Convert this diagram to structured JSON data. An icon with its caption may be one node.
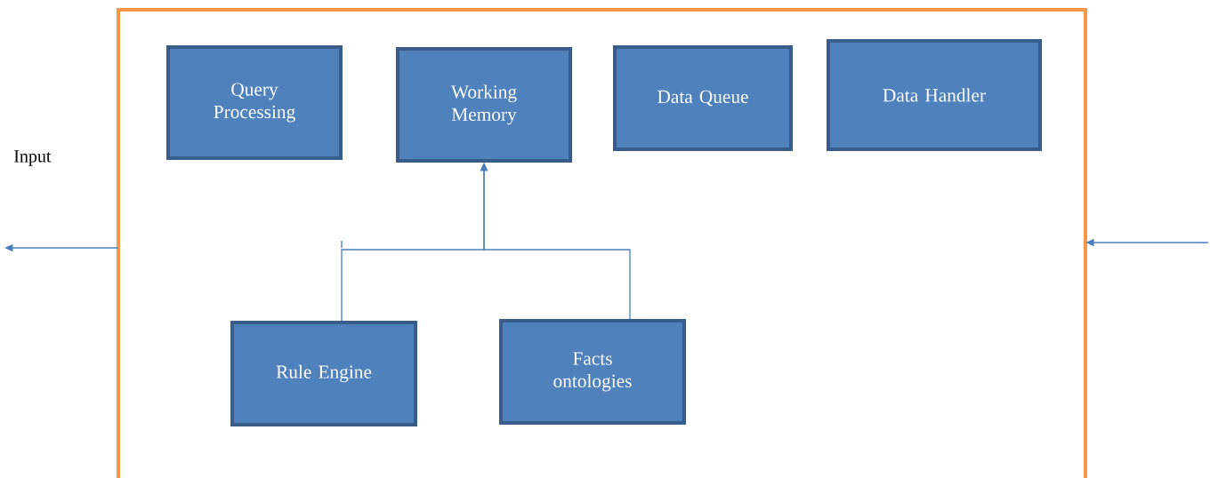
{
  "diagram": {
    "nodes": [
      {
        "text": [],
        "shape": "box"
      },
      {
        "text": [
          "Query Processing"
        ],
        "in": 0
      },
      {
        "text": [
          "Working Memory"
        ],
        "in": 0
      },
      {
        "text": [
          "Data Queue"
        ],
        "in": 0
      },
      {
        "text": [
          "Data Handler"
        ],
        "in": 0
      },
      {
        "text": [
          "Rule Engine"
        ],
        "in": 0
      },
      {
        "text": [
          "Facts ontologies"
        ],
        "in": 0
      }
    ],
    "edges": [
      {
        "from": 5,
        "to": 2,
        "arrow": "to"
      },
      {
        "from": 6,
        "to": 2,
        "arrow": "to"
      },
      {
        "from": 0,
        "to": null,
        "arrow": "to"
      },
      {
        "from": null,
        "to": 0,
        "arrow": "to"
      }
    ],
    "labels": [
      "Input"
    ]
  }
}
